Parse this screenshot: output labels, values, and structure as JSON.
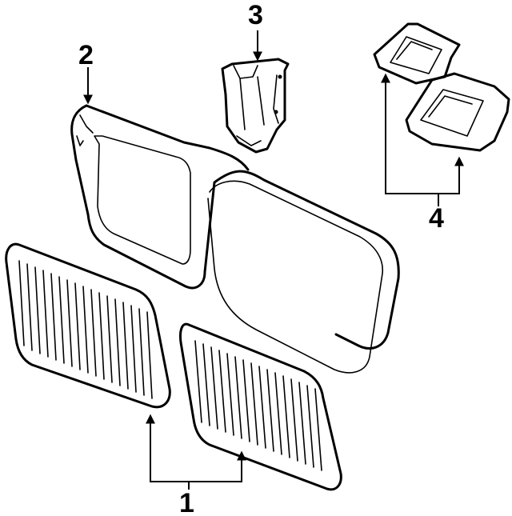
{
  "diagram": {
    "callouts": [
      {
        "id": "grille-insert",
        "label": "1"
      },
      {
        "id": "grille-frame",
        "label": "2"
      },
      {
        "id": "bracket",
        "label": "3"
      },
      {
        "id": "brackets-pair",
        "label": "4"
      }
    ]
  }
}
